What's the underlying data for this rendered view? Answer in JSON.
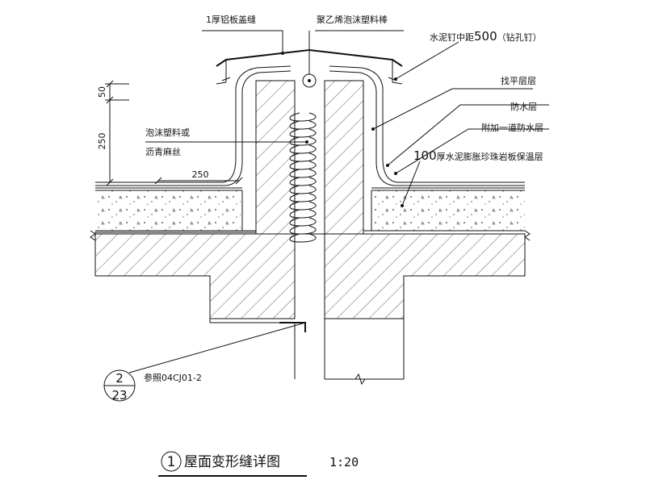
{
  "labels": {
    "aluminum_cover": "1厚铝板盖缝",
    "pe_foam_rod": "聚乙烯泡沫塑料棒",
    "cement_nail": "水泥钉中距",
    "cement_nail_num": "500",
    "cement_nail_note": "（钻孔钉）",
    "leveling_layer": "找平层层",
    "waterproof_layer": "防水层",
    "extra_waterproof": "附加一道防水层",
    "insulation_num": "100",
    "insulation": "厚水泥膨胀珍珠岩板保温层",
    "foam_or": "泡沫塑料或",
    "asphalt_hemp": "沥青麻丝"
  },
  "dimensions": {
    "d50": "50",
    "d250_vertical": "250",
    "d250_horizontal": "250"
  },
  "reference": {
    "top": "2",
    "bottom": "23",
    "text": "参照04CJ01-2"
  },
  "title": {
    "number": "1",
    "text": "屋面变形缝详图",
    "scale": "1:20"
  }
}
